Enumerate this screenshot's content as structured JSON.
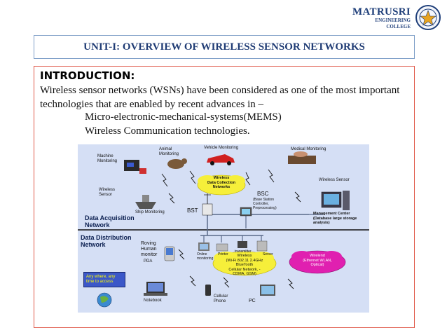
{
  "logo": {
    "name": "MATRUSRI",
    "subtitle": "ENGINEERING COLLEGE"
  },
  "slide": {
    "title": "UNIT-I: OVERVIEW OF WIRELESS SENSOR NETWORKS",
    "heading": "INTRODUCTION:",
    "paragraph": "Wireless sensor networks (WSNs) have been considered as one of the most important technologies that are enabled by recent advances in –",
    "bullets": [
      "Micro-electronic-mechanical-systems(MEMS)",
      "Wireless Communication technologies."
    ]
  },
  "diagram": {
    "labels": {
      "machine_monitoring": "Machine\nMonitoring",
      "animal_monitoring": "Animal\nMonitoring",
      "vehicle_monitoring": "Vehicle Monitoring",
      "medical_monitoring": "Medical Monitoring",
      "wireless_sensor_left": "Wireless\nSensor",
      "wireless_sensor_right": "Wireless Sensor",
      "data_collection": "Wireless\nData Collection\nNetworks",
      "bsc": "BSC",
      "bsc_desc": "(Base Station\nController,\nPreprocessing)",
      "bst": "BST",
      "ship_monitoring": "Ship Monitoring",
      "data_acquisition": "Data Acquisition\nNetwork",
      "management_center": "Management Center\n(Database large storage\nanalysis)",
      "data_distribution": "Data Distribution\nNetwork",
      "roving_human": "Roving\nHuman\nmonitor",
      "pda": "PDA",
      "online_monitoring": "Online\nmonitoring",
      "printer": "Printer",
      "transmitter": "transmitter",
      "server": "Server",
      "wireless_cloud": "Wireless\n(Wi-Fi 802.11 2.4GHz\nBlueTooth\nCellular Network, -\nCDMA, GSM)",
      "wirelend_cloud": "Wirelend\n(Ethernet WLAN,\nOptical)",
      "any_where": "Any where, any\ntime to access",
      "notebook": "Notebook",
      "cellular_phone": "Cellular\nPhone",
      "pc": "PC"
    },
    "colors": {
      "background": "#d5dff5",
      "cloud": "#f6ef3a",
      "magenta_cloud": "#e020b0",
      "access_box": "#3b57c8",
      "access_text": "#ffff00",
      "network_line": "#5a6a8a"
    }
  },
  "colors": {
    "title_border": "#7f9fc8",
    "content_border": "#e05a4b",
    "title_text": "#1f3b74",
    "logo_text": "#1f3f7a"
  }
}
